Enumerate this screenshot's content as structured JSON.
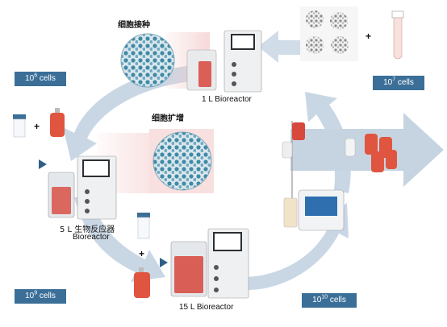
{
  "labels": {
    "seeding_cn": "细胞接种",
    "expansion_cn": "细胞扩增",
    "bioreactor_1l": "1 L  Bioreactor",
    "bioreactor_5l_cn": "5 L 生物反应器",
    "bioreactor_5l_en": "Bioreactor",
    "bioreactor_15l": "15 L  Bioreactor"
  },
  "stages": [
    {
      "base": "10",
      "exp": "6",
      "unit": " cells"
    },
    {
      "base": "10",
      "exp": "7",
      "unit": " cells"
    },
    {
      "base": "10",
      "exp": "9",
      "unit": " cells"
    },
    {
      "base": "10",
      "exp": "10",
      "unit": " cells"
    }
  ],
  "symbols": {
    "plus": "+"
  },
  "colors": {
    "badge": "#3b6f98",
    "arrow": "#c8d6e4",
    "culture_red": "#d7473c",
    "cell_teal": "#3a8ea6"
  }
}
